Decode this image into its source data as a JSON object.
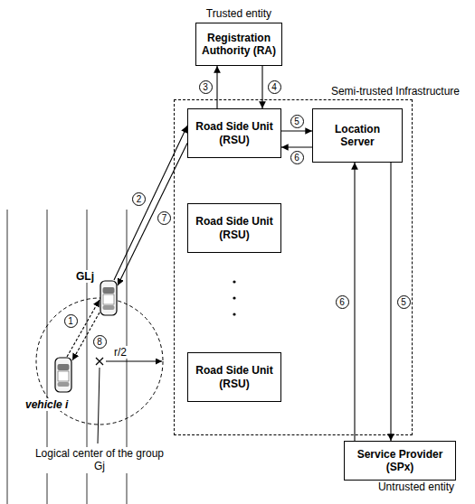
{
  "diagram": {
    "nodes": [
      {
        "text": [
          "Trusted entity",
          "Registration Authority (RA)"
        ]
      },
      {
        "text": [
          "Semi-trusted Infrastructure"
        ]
      },
      {
        "text": [
          "Road Side Unit (RSU)"
        ],
        "in": 1
      },
      {
        "text": [
          "Location Server"
        ],
        "in": 1
      },
      {
        "text": [
          "Road Side Unit (RSU)"
        ],
        "in": 1
      },
      {
        "text": [
          "Road Side Unit (RSU)"
        ],
        "in": 1
      },
      {
        "text": [
          "GLj"
        ]
      },
      {
        "text": [
          "vehicle i"
        ]
      },
      {
        "text": [
          "Service Provider (SPx)",
          "Untrusted entity"
        ]
      }
    ],
    "edges": [
      {
        "from": 7,
        "to": 6,
        "label": "1",
        "arrow": "to"
      },
      {
        "from": 6,
        "to": 2,
        "label": "2",
        "arrow": "to"
      },
      {
        "from": 2,
        "to": 0,
        "label": "3",
        "arrow": "to"
      },
      {
        "from": 0,
        "to": 2,
        "label": "4",
        "arrow": "to"
      },
      {
        "from": 2,
        "to": 3,
        "label": "5",
        "arrow": "to"
      },
      {
        "from": 3,
        "to": 2,
        "label": "6",
        "arrow": "to"
      },
      {
        "from": 3,
        "to": 8,
        "label": "5",
        "arrow": "to"
      },
      {
        "from": 8,
        "to": 3,
        "label": "6",
        "arrow": "to"
      },
      {
        "from": 2,
        "to": 6,
        "label": "7",
        "arrow": "to"
      },
      {
        "from": 6,
        "to": 7,
        "label": "8",
        "arrow": "to"
      }
    ],
    "labels": [
      "r/2",
      "Logical center of the group Gj"
    ]
  }
}
